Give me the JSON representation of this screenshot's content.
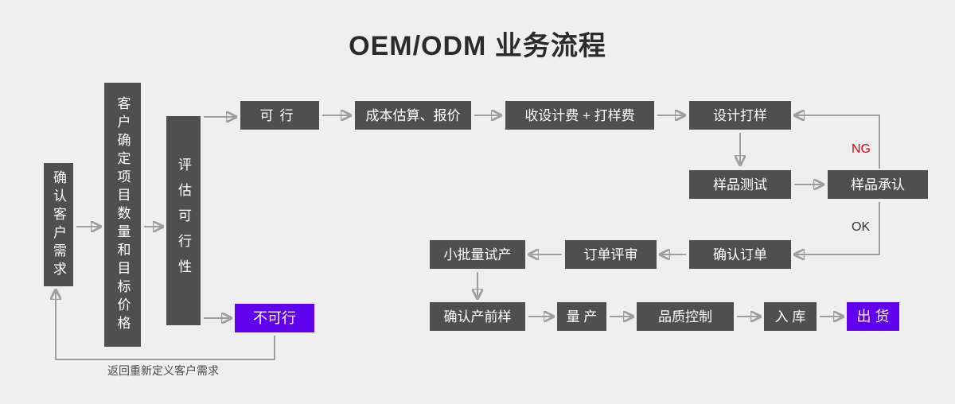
{
  "title": "OEM/ODM 业务流程",
  "colors": {
    "background": "#efefef",
    "box_dark": "#4f4f4f",
    "accent_purple": "#6002ee",
    "arrow_gray": "#9e9e9e",
    "ng_red": "#e8000d",
    "title_text": "#2b2b2b"
  },
  "nodes": {
    "confirm_needs": "确认客户需求",
    "define_project": "客户确定项目数量和目标价格",
    "evaluate_feasibility": "评估可行性",
    "feasible": "可行",
    "cost_quote": "成本估算、报价",
    "design_fee": "收设计费 + 打样费",
    "design_prototype": "设计打样",
    "sample_test": "样品测试",
    "sample_approval": "样品承认",
    "confirm_order": "确认订单",
    "order_review": "订单评审",
    "small_batch_trial": "小批量试产",
    "confirm_preproduction_sample": "确认产前样",
    "mass_production": "量 产",
    "quality_control": "品质控制",
    "warehouse_in": "入 库",
    "shipment": "出 货",
    "not_feasible": "不可行"
  },
  "labels": {
    "ng": "NG",
    "ok": "OK",
    "redefine_needs": "返回重新定义客户需求"
  }
}
